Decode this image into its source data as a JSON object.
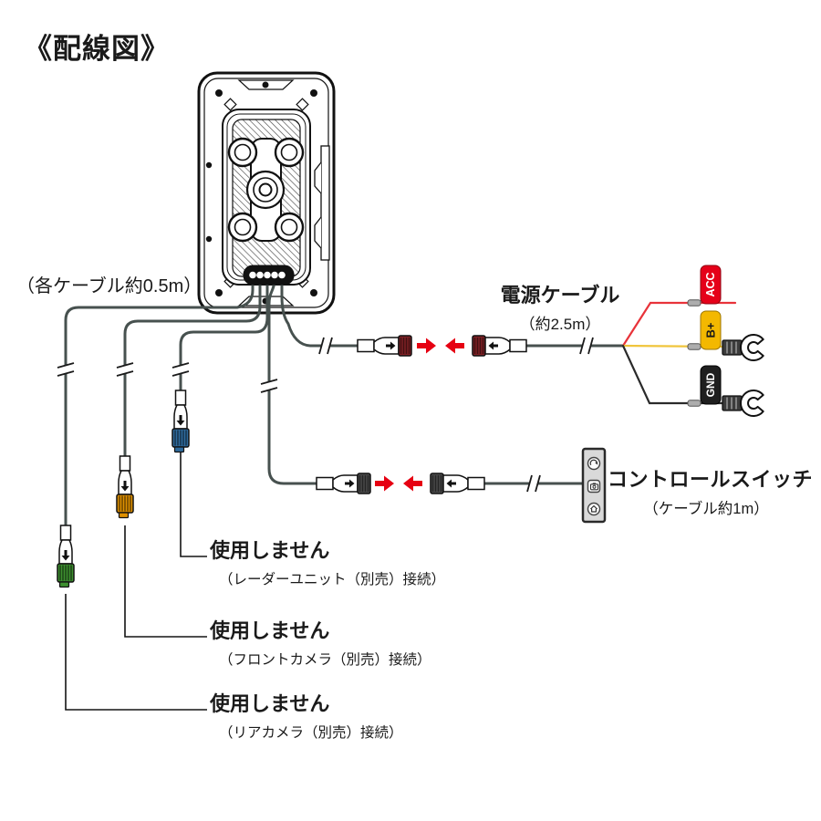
{
  "title": "《配線図》",
  "notes": {
    "cable_note": "（各ケーブル約0.5m）"
  },
  "device": {
    "name": "main-unit",
    "ports": 5
  },
  "power_cable": {
    "label": "電源ケーブル",
    "length": "（約2.5m）",
    "connector_ring_color": "#822125",
    "terminals": [
      {
        "id": "ACC",
        "tag_color": "#e50019",
        "text_color": "#ffffff",
        "wire_color": "#e8333a",
        "end": "bare-wire"
      },
      {
        "id": "B+",
        "tag_color": "#f3b800",
        "text_color": "#181818",
        "wire_color": "#f0c53c",
        "end": "fork-terminal"
      },
      {
        "id": "GND",
        "tag_color": "#1f1f1f",
        "text_color": "#ffffff",
        "wire_color": "#2a2a2a",
        "end": "fork-terminal"
      }
    ]
  },
  "control_switch": {
    "label": "コントロールスイッチ",
    "length": "（ケーブル約1m）",
    "connector_ring_color": "#4b4b4b",
    "buttons": [
      "rotate-icon",
      "camera-icon",
      "home-icon"
    ]
  },
  "unused_ports": [
    {
      "label": "使用しません",
      "sub": "（レーダーユニット（別売）接続）",
      "connector_color": "#2f6b9d"
    },
    {
      "label": "使用しません",
      "sub": "（フロントカメラ（別売）接続）",
      "connector_color": "#de9000"
    },
    {
      "label": "使用しません",
      "sub": "（リアカメラ（別売）接続）",
      "connector_color": "#3d8f2f"
    }
  ],
  "colors": {
    "wire": "#47514f",
    "leader_line": "#141414",
    "arrow": "#e60012"
  }
}
